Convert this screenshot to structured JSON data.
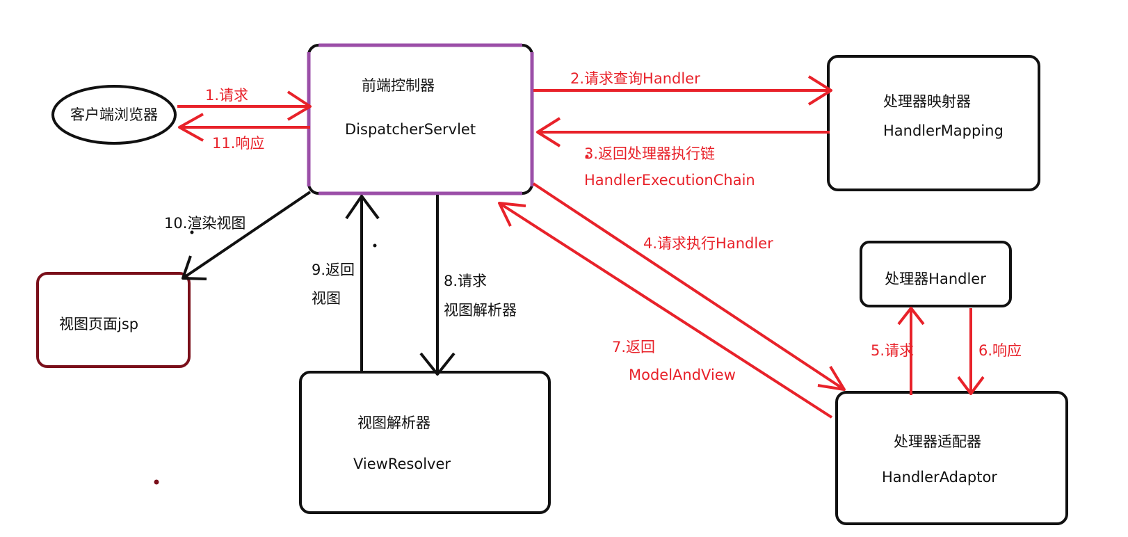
{
  "diagram": {
    "nodes": {
      "client": {
        "label": "客户端浏览器"
      },
      "dispatcher": {
        "label_line1": "前端控制器",
        "label_line2": "DispatcherServlet"
      },
      "handler_mapping": {
        "label_line1": "处理器映射器",
        "label_line2": "HandlerMapping"
      },
      "handler": {
        "label": "处理器Handler"
      },
      "handler_adaptor": {
        "label_line1": "处理器适配器",
        "label_line2": "HandlerAdaptor"
      },
      "view_resolver": {
        "label_line1": "视图解析器",
        "label_line2": "ViewResolver"
      },
      "view_page": {
        "label": "视图页面jsp"
      }
    },
    "edges": {
      "e1": {
        "label": "1.请求",
        "from": "client",
        "to": "dispatcher"
      },
      "e2": {
        "label": "2.请求查询Handler",
        "from": "dispatcher",
        "to": "handler_mapping"
      },
      "e3": {
        "label_line1": "3.返回处理器执行链",
        "label_line2": "HandlerExecutionChain",
        "from": "handler_mapping",
        "to": "dispatcher"
      },
      "e4": {
        "label": "4.请求执行Handler",
        "from": "dispatcher",
        "to": "handler_adaptor"
      },
      "e5": {
        "label": "5.请求",
        "from": "handler_adaptor",
        "to": "handler"
      },
      "e6": {
        "label": "6.响应",
        "from": "handler",
        "to": "handler_adaptor"
      },
      "e7": {
        "label_line1": "7.返回",
        "label_line2": "ModelAndView",
        "from": "handler_adaptor",
        "to": "dispatcher"
      },
      "e8": {
        "label_line1": "8.请求",
        "label_line2": "视图解析器",
        "from": "dispatcher",
        "to": "view_resolver"
      },
      "e9": {
        "label_line1": "9.返回",
        "label_line2": "视图",
        "from": "view_resolver",
        "to": "dispatcher"
      },
      "e10": {
        "label": "10.渲染视图",
        "from": "dispatcher",
        "to": "view_page"
      },
      "e11": {
        "label": "11.响应",
        "from": "dispatcher",
        "to": "client"
      }
    },
    "colors": {
      "red": "#e8222a",
      "black": "#111111",
      "purple": "#9b4fa8",
      "dark_red": "#7a0f1a"
    }
  }
}
